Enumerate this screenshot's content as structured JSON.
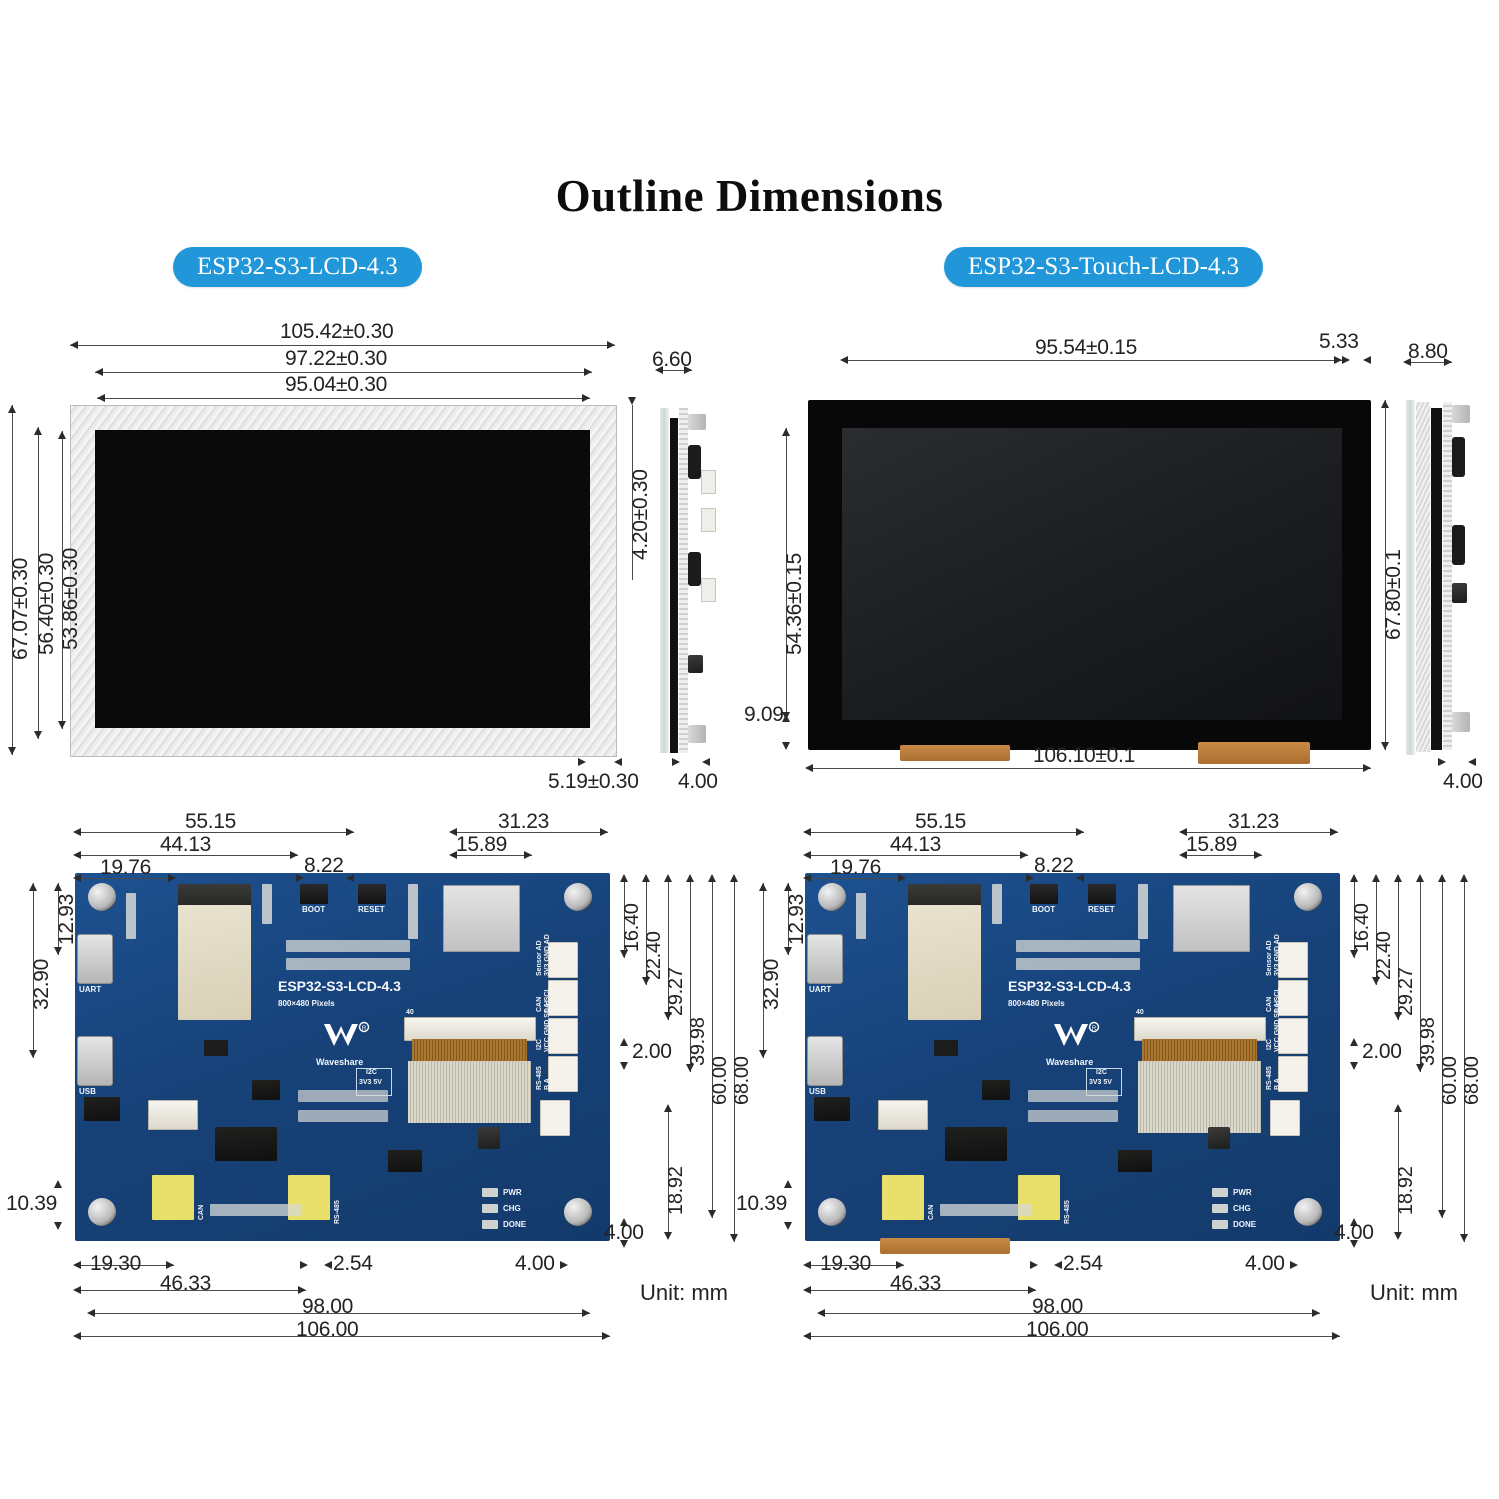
{
  "page": {
    "title": "Outline Dimensions",
    "unit_note": "Unit: mm",
    "accent_color": "#2196d8",
    "pcb_color": "#174279"
  },
  "products": [
    {
      "id": "left",
      "badge": "ESP32-S3-LCD-4.3"
    },
    {
      "id": "right",
      "badge": "ESP32-S3-Touch-LCD-4.3"
    }
  ],
  "left_module": {
    "top_view": {
      "width_outer": "105.42±0.30",
      "width_mid": "97.22±0.30",
      "width_inner": "95.04±0.30",
      "height_outer": "67.07±0.30",
      "height_mid": "56.40±0.30",
      "height_inner": "53.86±0.30",
      "right_offset": "4.20±0.30",
      "bottom_offset": "5.19±0.30"
    },
    "side_view": {
      "thickness": "6.60",
      "bottom_offset": "4.00"
    }
  },
  "right_module": {
    "top_view": {
      "width_active": "95.54±0.15",
      "width_outer": "106.10±0.1",
      "height_active": "54.36±0.15",
      "height_outer": "67.80±0.1",
      "right_offset": "5.33",
      "bottom_offset": "9.09"
    },
    "side_view": {
      "thickness": "8.80",
      "bottom_offset": "4.00"
    }
  },
  "pcb": {
    "silk_title": "ESP32-S3-LCD-4.3",
    "silk_subtitle": "800×480 Pixels",
    "brand": "Waveshare",
    "buttons": [
      "BOOT",
      "RESET"
    ],
    "usb_ports": [
      "UART",
      "USB"
    ],
    "leds": [
      "PWR",
      "CHG",
      "DONE"
    ],
    "edge_connectors": [
      {
        "name": "Sensor AD",
        "pins": "3V3 GND AD"
      },
      {
        "name": "CAN",
        "pins": "L  H"
      },
      {
        "name": "I2C",
        "pins": "VCC GND SDA SCL"
      },
      {
        "name": "RS-485",
        "pins": "B  A"
      }
    ],
    "terminal_labels": [
      "CAN",
      "RS-485"
    ],
    "power_silk": {
      "line1": "I2C",
      "line2": "3V3 5V"
    },
    "ffc_pin_count": "40",
    "dimensions": {
      "top": [
        {
          "label": "55.15"
        },
        {
          "label": "44.13"
        },
        {
          "label": "19.76"
        },
        {
          "label": "8.22"
        },
        {
          "label": "31.23"
        },
        {
          "label": "15.89"
        }
      ],
      "left": [
        {
          "label": "32.90"
        },
        {
          "label": "12.93"
        },
        {
          "label": "10.39"
        }
      ],
      "right": [
        {
          "label": "16.40"
        },
        {
          "label": "22.40"
        },
        {
          "label": "29.27"
        },
        {
          "label": "39.98"
        },
        {
          "label": "2.00"
        },
        {
          "label": "60.00"
        },
        {
          "label": "68.00"
        },
        {
          "label": "18.92"
        },
        {
          "label": "4.00"
        }
      ],
      "bottom": [
        {
          "label": "19.30"
        },
        {
          "label": "2.54"
        },
        {
          "label": "4.00"
        },
        {
          "label": "46.33"
        },
        {
          "label": "98.00"
        },
        {
          "label": "106.00"
        }
      ]
    }
  }
}
